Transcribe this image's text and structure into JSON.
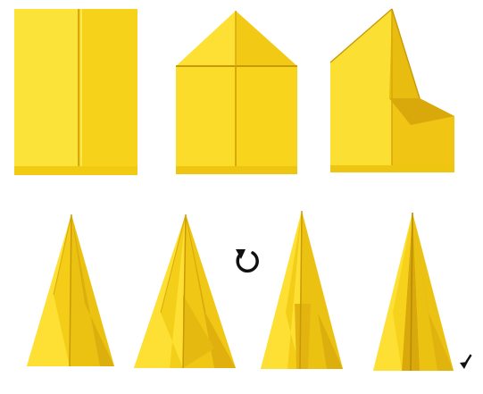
{
  "palette": {
    "background": "#ffffff",
    "paper_light": "#fde033",
    "paper_mid": "#f8d41c",
    "paper_dark": "#e8bd10",
    "paper_shadow": "#d9a90c",
    "crease": "#c99a08",
    "arrow": "#111111"
  },
  "steps": [
    {
      "name": "step-1-fold-in-half",
      "description_icon": "folded-sheet"
    },
    {
      "name": "step-2-fold-top-corners",
      "description_icon": "house-shape"
    },
    {
      "name": "step-3-fold-edge-to-center",
      "description_icon": "wing-fold"
    },
    {
      "name": "step-4-narrow-point",
      "description_icon": "narrow-triangle"
    },
    {
      "name": "step-5-fold-again",
      "description_icon": "wide-triangle"
    },
    {
      "name": "step-6-flip-over",
      "description_icon": "plane-body"
    },
    {
      "name": "step-7-finished-plane",
      "description_icon": "finished-plane"
    }
  ],
  "icons": {
    "rotate": "rotate-arrow-icon",
    "direction": "direction-arrow-icon"
  }
}
